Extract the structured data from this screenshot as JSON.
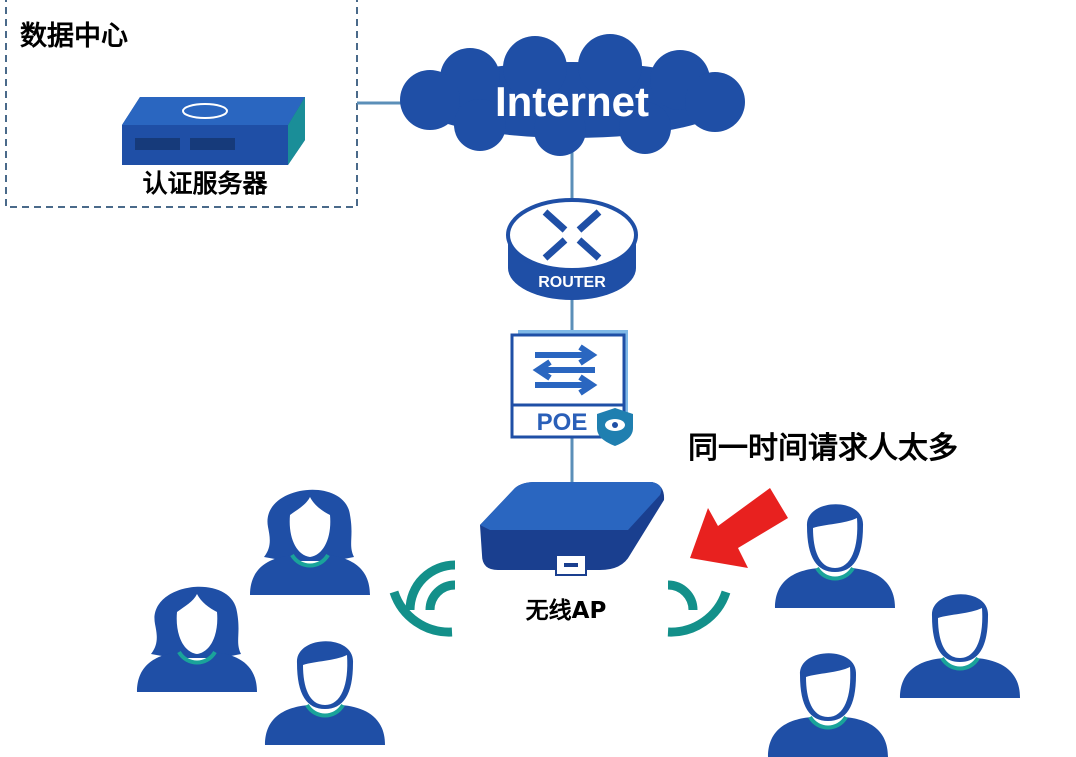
{
  "datacenter": {
    "title": "数据中心",
    "server_label": "认证服务器"
  },
  "internet": {
    "label": "Internet"
  },
  "router": {
    "label": "ROUTER"
  },
  "poe_switch": {
    "label": "POE"
  },
  "access_point": {
    "label": "无线AP"
  },
  "callout": {
    "text": "同一时间请求人太多"
  },
  "colors": {
    "device_blue": "#1f4fa6",
    "dark_blue": "#1a3f8f",
    "teal": "#1aa39a",
    "line": "#5b8fb8",
    "arrow_red": "#e8211f"
  }
}
